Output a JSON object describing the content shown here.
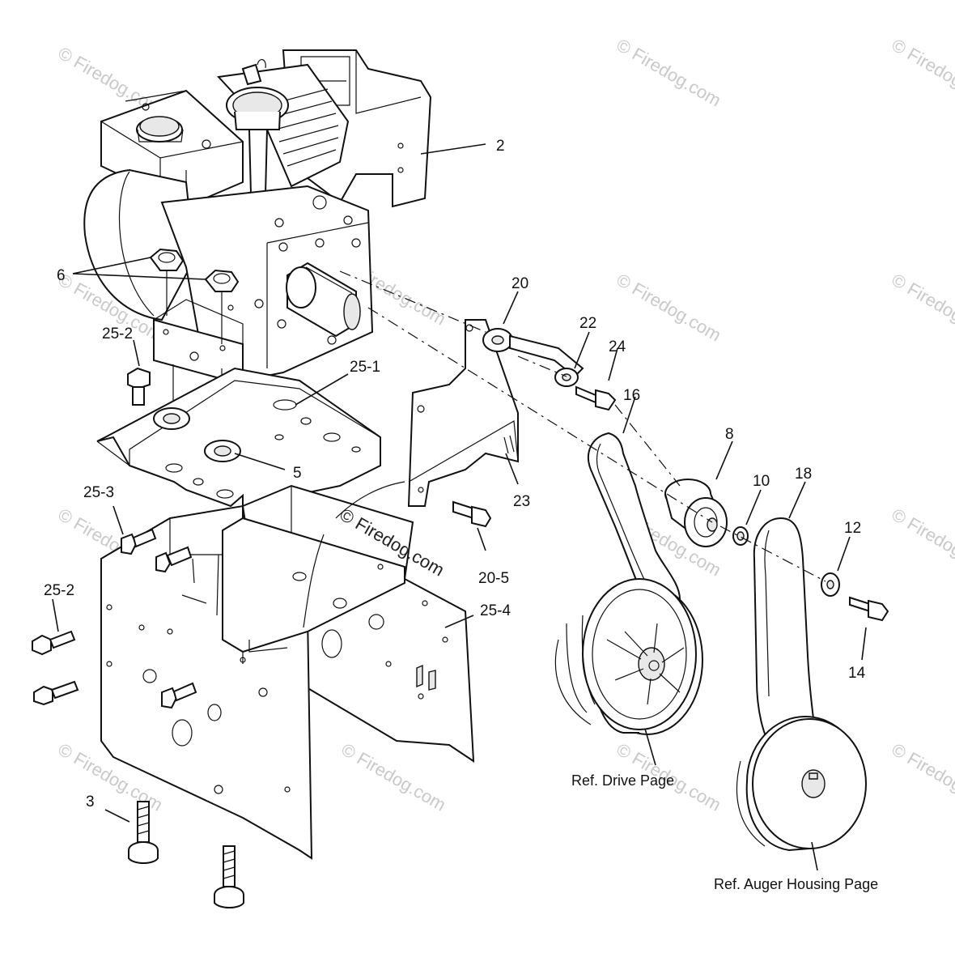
{
  "callouts": [
    "2",
    "6",
    "20",
    "22",
    "24",
    "25-2",
    "25-1",
    "16",
    "8",
    "5",
    "10",
    "18",
    "25-3",
    "23",
    "12",
    "20-5",
    "25-4",
    "25-2",
    "14",
    "3"
  ],
  "references": {
    "drive": "Ref. Drive Page",
    "auger": "Ref. Auger Housing Page"
  },
  "watermark": {
    "text": "© Firedog.com",
    "center_text": "© Firedog.com"
  }
}
